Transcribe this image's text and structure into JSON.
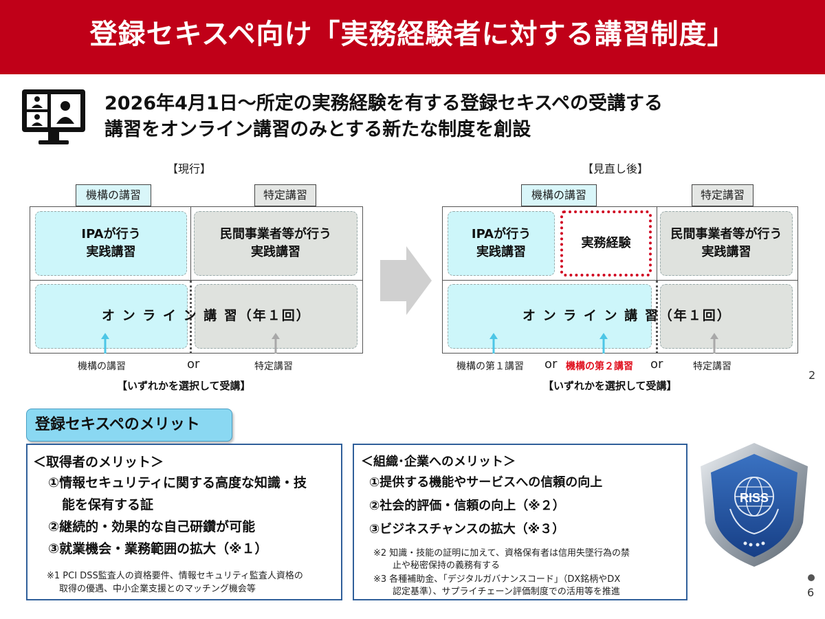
{
  "header": {
    "title": "登録セキスペ向け「実務経験者に対する講習制度」"
  },
  "intro": {
    "icon": "online-meeting-monitor-icon",
    "line1": "2026年4月1日～所定の実務経験を有する登録セキスペの受講する",
    "line2": "講習をオンライン講習のみとする新たな制度を創設"
  },
  "current": {
    "caption": "【現行】",
    "tag_org": "機構の講習",
    "tag_specific": "特定講習",
    "cell_ipa": "IPAが行う\n実践講習",
    "cell_private": "民間事業者等が行う\n実践講習",
    "online": "オ ン ラ イ ン 講 習（年１回）",
    "label_left": "機構の講習",
    "or": "or",
    "label_right": "特定講習",
    "choose": "【いずれかを選択して受講】"
  },
  "revised": {
    "caption": "【見直し後】",
    "tag_org": "機構の講習",
    "tag_specific": "特定講習",
    "cell_ipa": "IPAが行う\n実践講習",
    "cell_experience": "実務経験",
    "cell_private": "民間事業者等が行う\n実践講習",
    "online": "オ ン ラ イ ン 講 習（年１回）",
    "label_first": "機構の第１講習",
    "or1": "or",
    "label_second": "機構の第２講習",
    "or2": "or",
    "label_specific": "特定講習",
    "choose": "【いずれかを選択して受講】"
  },
  "merit": {
    "title": "登録セキスペのメリット",
    "holder": {
      "head": "＜取得者のメリット＞",
      "item1a": "①情報セキュリティに関する高度な知識・技",
      "item1b": "能を保有する証",
      "item2": "②継続的・効果的な自己研鑽が可能",
      "item3": "③就業機会・業務範囲の拡大（※１）",
      "note1a": "※1 PCI DSS監査人の資格要件、情報セキュリティ監査人資格の",
      "note1b": "取得の優遇、中小企業支援とのマッチング機会等"
    },
    "org": {
      "head": "＜組織･企業へのメリット＞",
      "item1": "①提供する機能やサービスへの信頼の向上",
      "item2": "②社会的評価・信頼の向上（※２）",
      "item3": "③ビジネスチャンスの拡大（※３）",
      "note2a": "※2 知識・技能の証明に加えて、資格保有者は信用失墜行為の禁",
      "note2b": "止や秘密保持の義務有する",
      "note3a": "※3 各種補助金、「デジタルガバナンスコード」（DX銘柄やDX",
      "note3b": "認定基準）、サプライチェーン評価制度での活用等を推進"
    },
    "emblem_text": "RISS"
  },
  "page": {
    "num_top": "2",
    "num_bottom": "6"
  },
  "colors": {
    "banner": "#c00018",
    "cyan_cell": "#cdf6fa",
    "gray_cell": "#dfe2de",
    "highlight_red": "#e0101e",
    "merit_title_bg": "#8ad8f2",
    "box_border": "#2f5f9a"
  }
}
